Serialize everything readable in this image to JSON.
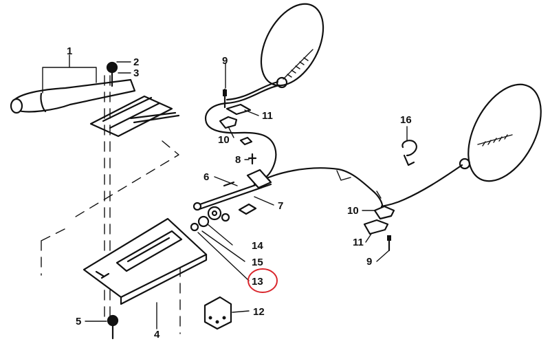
{
  "callouts": [
    {
      "id": "1",
      "text": "1"
    },
    {
      "id": "2",
      "text": "2"
    },
    {
      "id": "3",
      "text": "3"
    },
    {
      "id": "4",
      "text": "4"
    },
    {
      "id": "5",
      "text": "5"
    },
    {
      "id": "6",
      "text": "6"
    },
    {
      "id": "7",
      "text": "7"
    },
    {
      "id": "8",
      "text": "8"
    },
    {
      "id": "9a",
      "text": "9"
    },
    {
      "id": "9b",
      "text": "9"
    },
    {
      "id": "10a",
      "text": "10"
    },
    {
      "id": "10b",
      "text": "10"
    },
    {
      "id": "11a",
      "text": "11"
    },
    {
      "id": "11b",
      "text": "11"
    },
    {
      "id": "12",
      "text": "12"
    },
    {
      "id": "13",
      "text": "13"
    },
    {
      "id": "14",
      "text": "14"
    },
    {
      "id": "15",
      "text": "15"
    },
    {
      "id": "16",
      "text": "16"
    }
  ],
  "highlight": {
    "target": "13",
    "color": "#d9262c"
  },
  "colors": {
    "ink": "#111111",
    "background": "#ffffff"
  }
}
